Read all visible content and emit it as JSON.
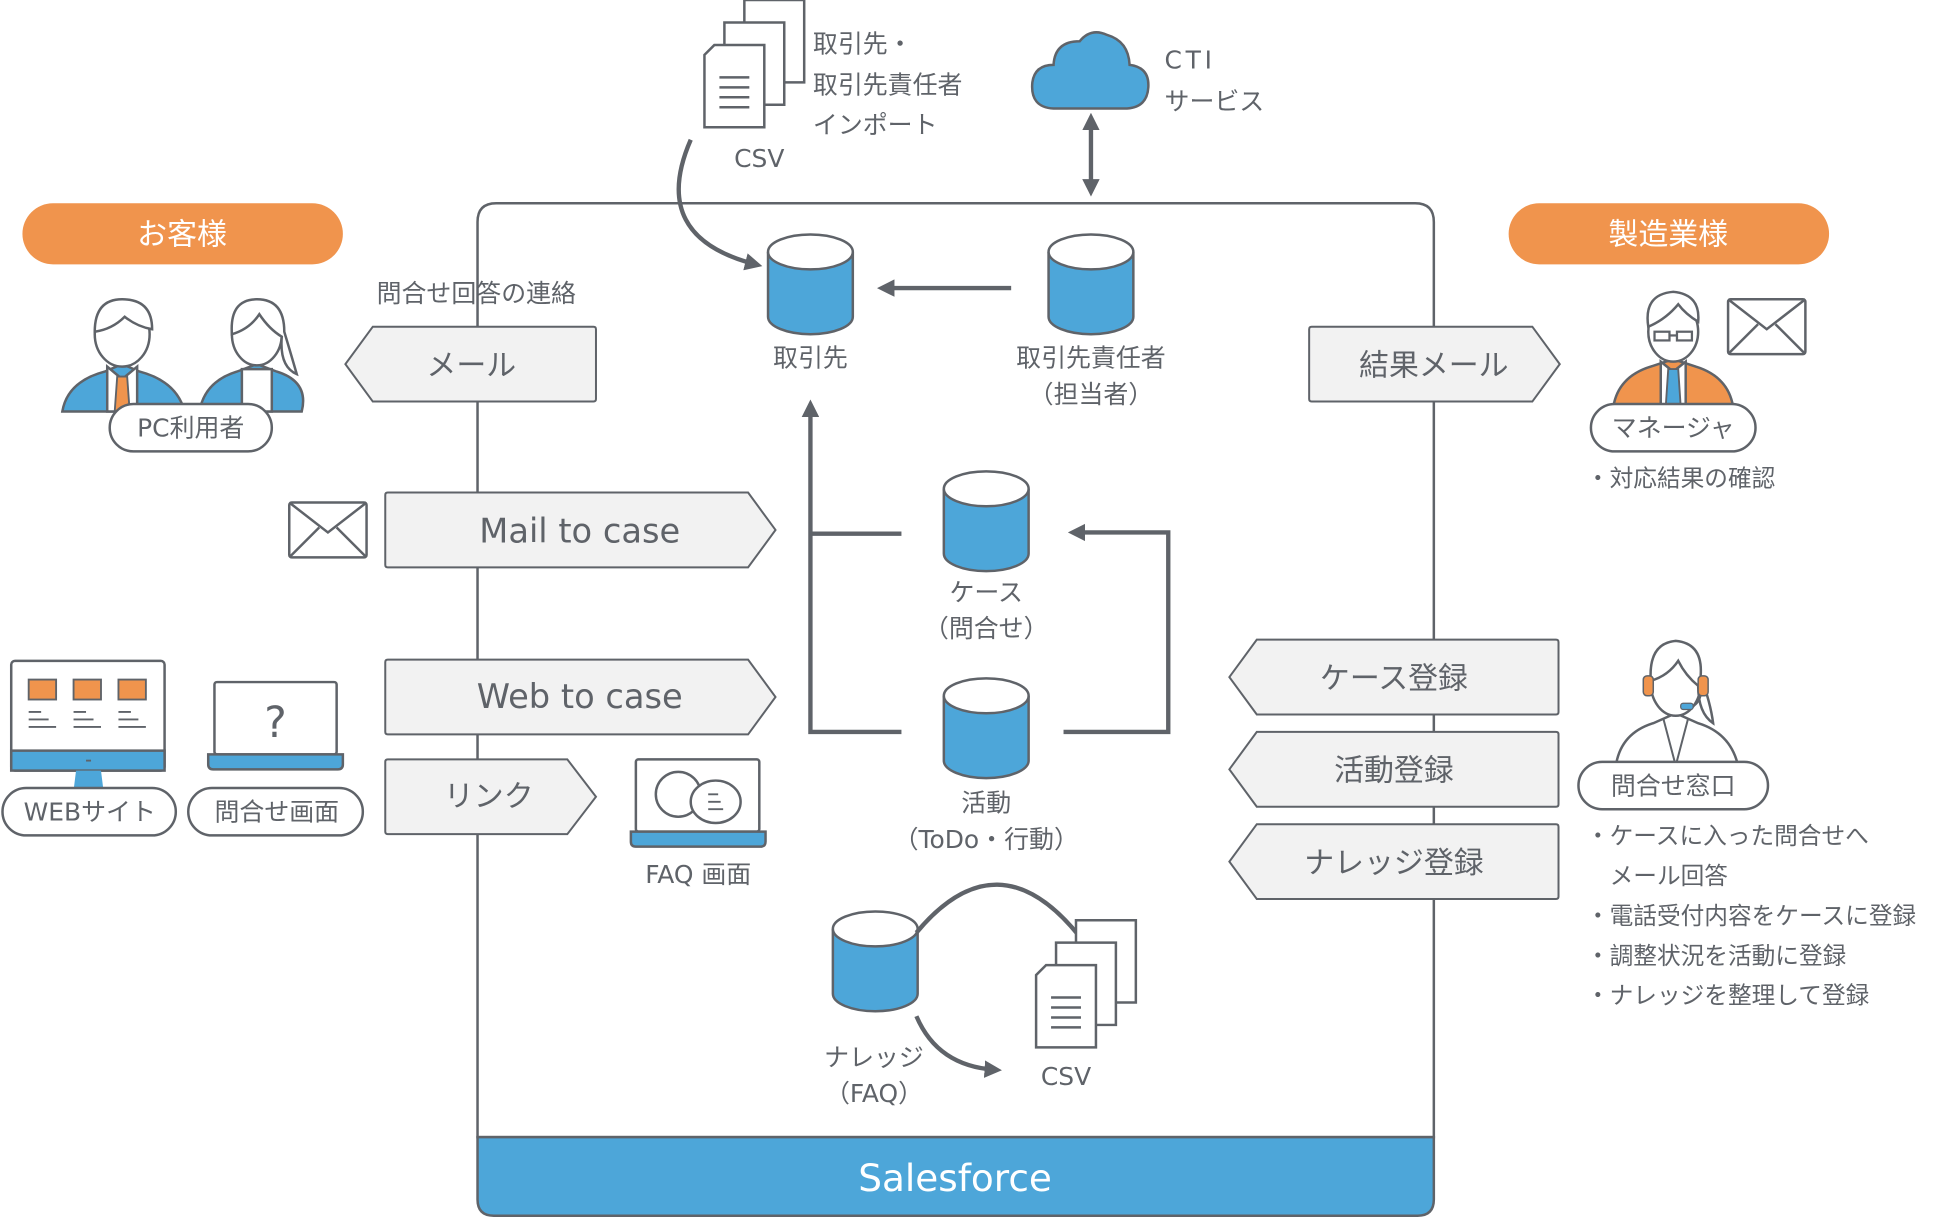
{
  "diagram": {
    "title": "Salesforce",
    "colors": {
      "accent_blue": "#4da6d9",
      "accent_orange": "#f0944d",
      "stroke": "#5f6369",
      "box_fill": "#f2f2f2"
    },
    "customer": {
      "header": "お客様",
      "users_label": "PC利用者",
      "reply_caption": "問合せ回答の連絡",
      "reply_channel": "メール",
      "web_site_label": "WEBサイト",
      "inquiry_screen_label": "問合せ画面",
      "faq_screen_label": "FAQ 画面"
    },
    "channels": {
      "mail_to_case": "Mail to case",
      "web_to_case": "Web to case",
      "link": "リンク"
    },
    "external": {
      "csv_label": "CSV",
      "csv_import_lines": [
        "取引先・",
        "取引先責任者",
        "インポート"
      ],
      "cti_lines": [
        "CTI",
        "サービス"
      ]
    },
    "objects": {
      "account": "取引先",
      "contact_lines": [
        "取引先責任者",
        "（担当者）"
      ],
      "case_lines": [
        "ケース",
        "（問合せ）"
      ],
      "activity_lines": [
        "活動",
        "（ToDo・行動）"
      ],
      "knowledge_lines": [
        "ナレッジ",
        "（FAQ）"
      ],
      "knowledge_csv": "CSV"
    },
    "manufacturer": {
      "header": "製造業様",
      "result_mail": "結果メール",
      "manager_label": "マネージャ",
      "manager_tasks": [
        "・対応結果の確認"
      ],
      "register_case": "ケース登録",
      "register_activity": "活動登録",
      "register_knowledge": "ナレッジ登録",
      "desk_label": "問合せ窓口",
      "desk_tasks": [
        "・ケースに入った問合せへ",
        "　メール回答",
        "・電話受付内容をケースに登録",
        "・調整状況を活動に登録",
        "・ナレッジを整理して登録"
      ]
    }
  }
}
